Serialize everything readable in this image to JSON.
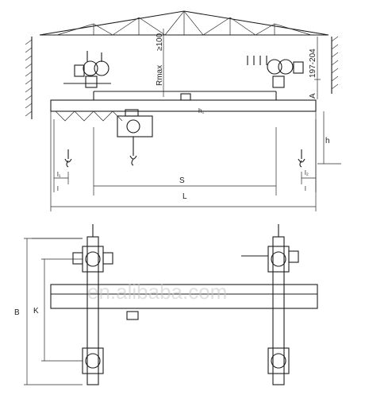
{
  "elevation_view": {
    "dimensions": {
      "rmax_label": "Rmax",
      "rmax_value": "≥100",
      "rail_height": "197-204",
      "a_label": "A",
      "h1_label": "h₁",
      "h_label": "h",
      "l1_label": "l₁",
      "l2_label": "l₂",
      "l_left_label": "l",
      "l_right_label": "l",
      "span_label": "S",
      "length_label": "L"
    }
  },
  "plan_view": {
    "dimensions": {
      "b_label": "B",
      "k_label": "K"
    }
  },
  "watermark": {
    "text": "en.alibaba.com"
  }
}
